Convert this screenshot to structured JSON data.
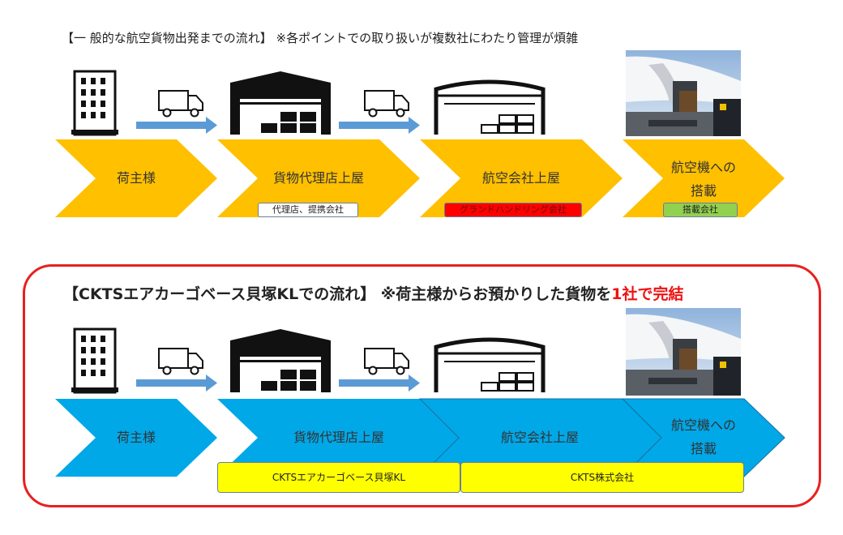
{
  "top": {
    "title": "【一 般的な航空貨物出発までの流れ】 ※各ポイントでの取り扱いが複数社にわたり管理が煩雑",
    "steps": [
      {
        "label": "荷主様"
      },
      {
        "label": "貨物代理店上屋",
        "tag": "代理店、提携会社"
      },
      {
        "label": "航空会社上屋",
        "tag": "グランドハンドリング会社"
      },
      {
        "label_lines": [
          "航空機への",
          "搭載"
        ],
        "tag": "搭載会社"
      }
    ]
  },
  "bottom": {
    "title_prefix": "【CKTSエアカーゴベース貝塚KLでの流れ】 ※荷主様からお預かりした貨物を",
    "title_highlight": "1社で完結",
    "steps": [
      {
        "label": "荷主様"
      },
      {
        "label": "貨物代理店上屋"
      },
      {
        "label": "航空会社上屋"
      },
      {
        "label_lines": [
          "航空機への",
          "搭載"
        ]
      }
    ],
    "tags": [
      "CKTSエアカーゴベース貝塚KL",
      "CKTS株式会社"
    ]
  },
  "colors": {
    "orange": "#ffc000",
    "blue": "#00a8e8",
    "tag_white": "#ffffff",
    "tag_red": "#ff0000",
    "tag_green": "#92d050",
    "tag_yellow": "#ffff00",
    "arrow": "#5b9bd5",
    "highlight": "#ee1111"
  }
}
